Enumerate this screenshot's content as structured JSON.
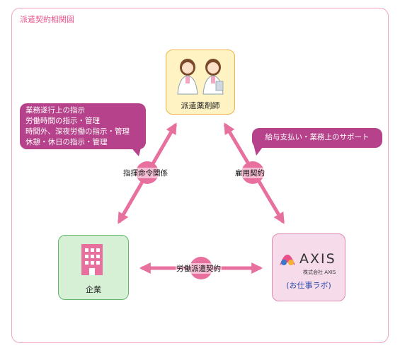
{
  "diagram": {
    "title": "派遣契約相関図",
    "nodes": {
      "pharmacist": {
        "label": "派遣薬剤師",
        "icon": "pharmacist-people-icon"
      },
      "company": {
        "label": "企業",
        "icon": "building-icon"
      },
      "axis": {
        "logo_text": "AXIS",
        "company_line": "株式会社 AXIS",
        "label": "(お仕事ラボ)",
        "icon": "axis-logo-icon"
      }
    },
    "relations": {
      "command": "指揮命令関係",
      "employment": "雇用契約",
      "dispatch": "労働派遣契約"
    },
    "bubbles": {
      "left": [
        "業務遂行上の指示",
        "労働時間の指示・管理",
        "時間外、深夜労働の指示・管理",
        "休憩・休日の指示・管理"
      ],
      "right": "給与支払い・業務上のサポート"
    },
    "colors": {
      "arrow": "#e8709f",
      "bubble": "#b5428a",
      "frame": "#f2a6bf",
      "title": "#e8508a"
    }
  }
}
